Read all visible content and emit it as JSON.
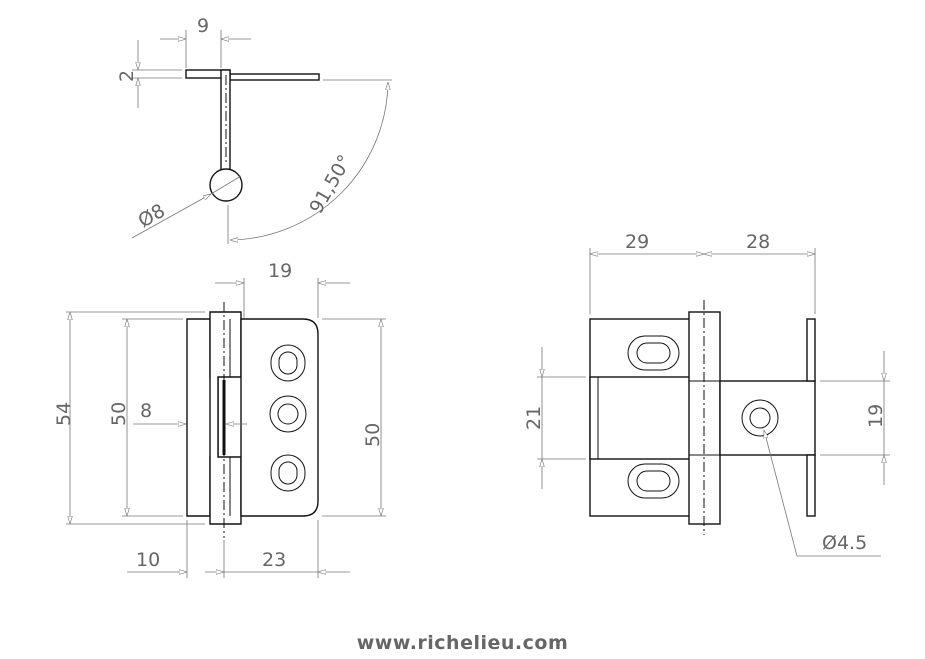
{
  "top_view": {
    "dim_width": "9",
    "dim_thickness": "2",
    "dim_pin_diameter": "Ø8",
    "dim_angle": "91,50°"
  },
  "front_view": {
    "dim_knuckle_height": "54",
    "dim_leaf_height_left": "50",
    "dim_leaf_height_right": "50",
    "dim_notch": "8",
    "dim_leaf_width": "19",
    "dim_left_offset": "10",
    "dim_right_offset": "23"
  },
  "side_view": {
    "dim_left": "29",
    "dim_right": "28",
    "dim_opening": "21",
    "dim_plate": "19",
    "dim_hole": "Ø4.5"
  },
  "footer": {
    "website": "www.richelieu.com"
  }
}
